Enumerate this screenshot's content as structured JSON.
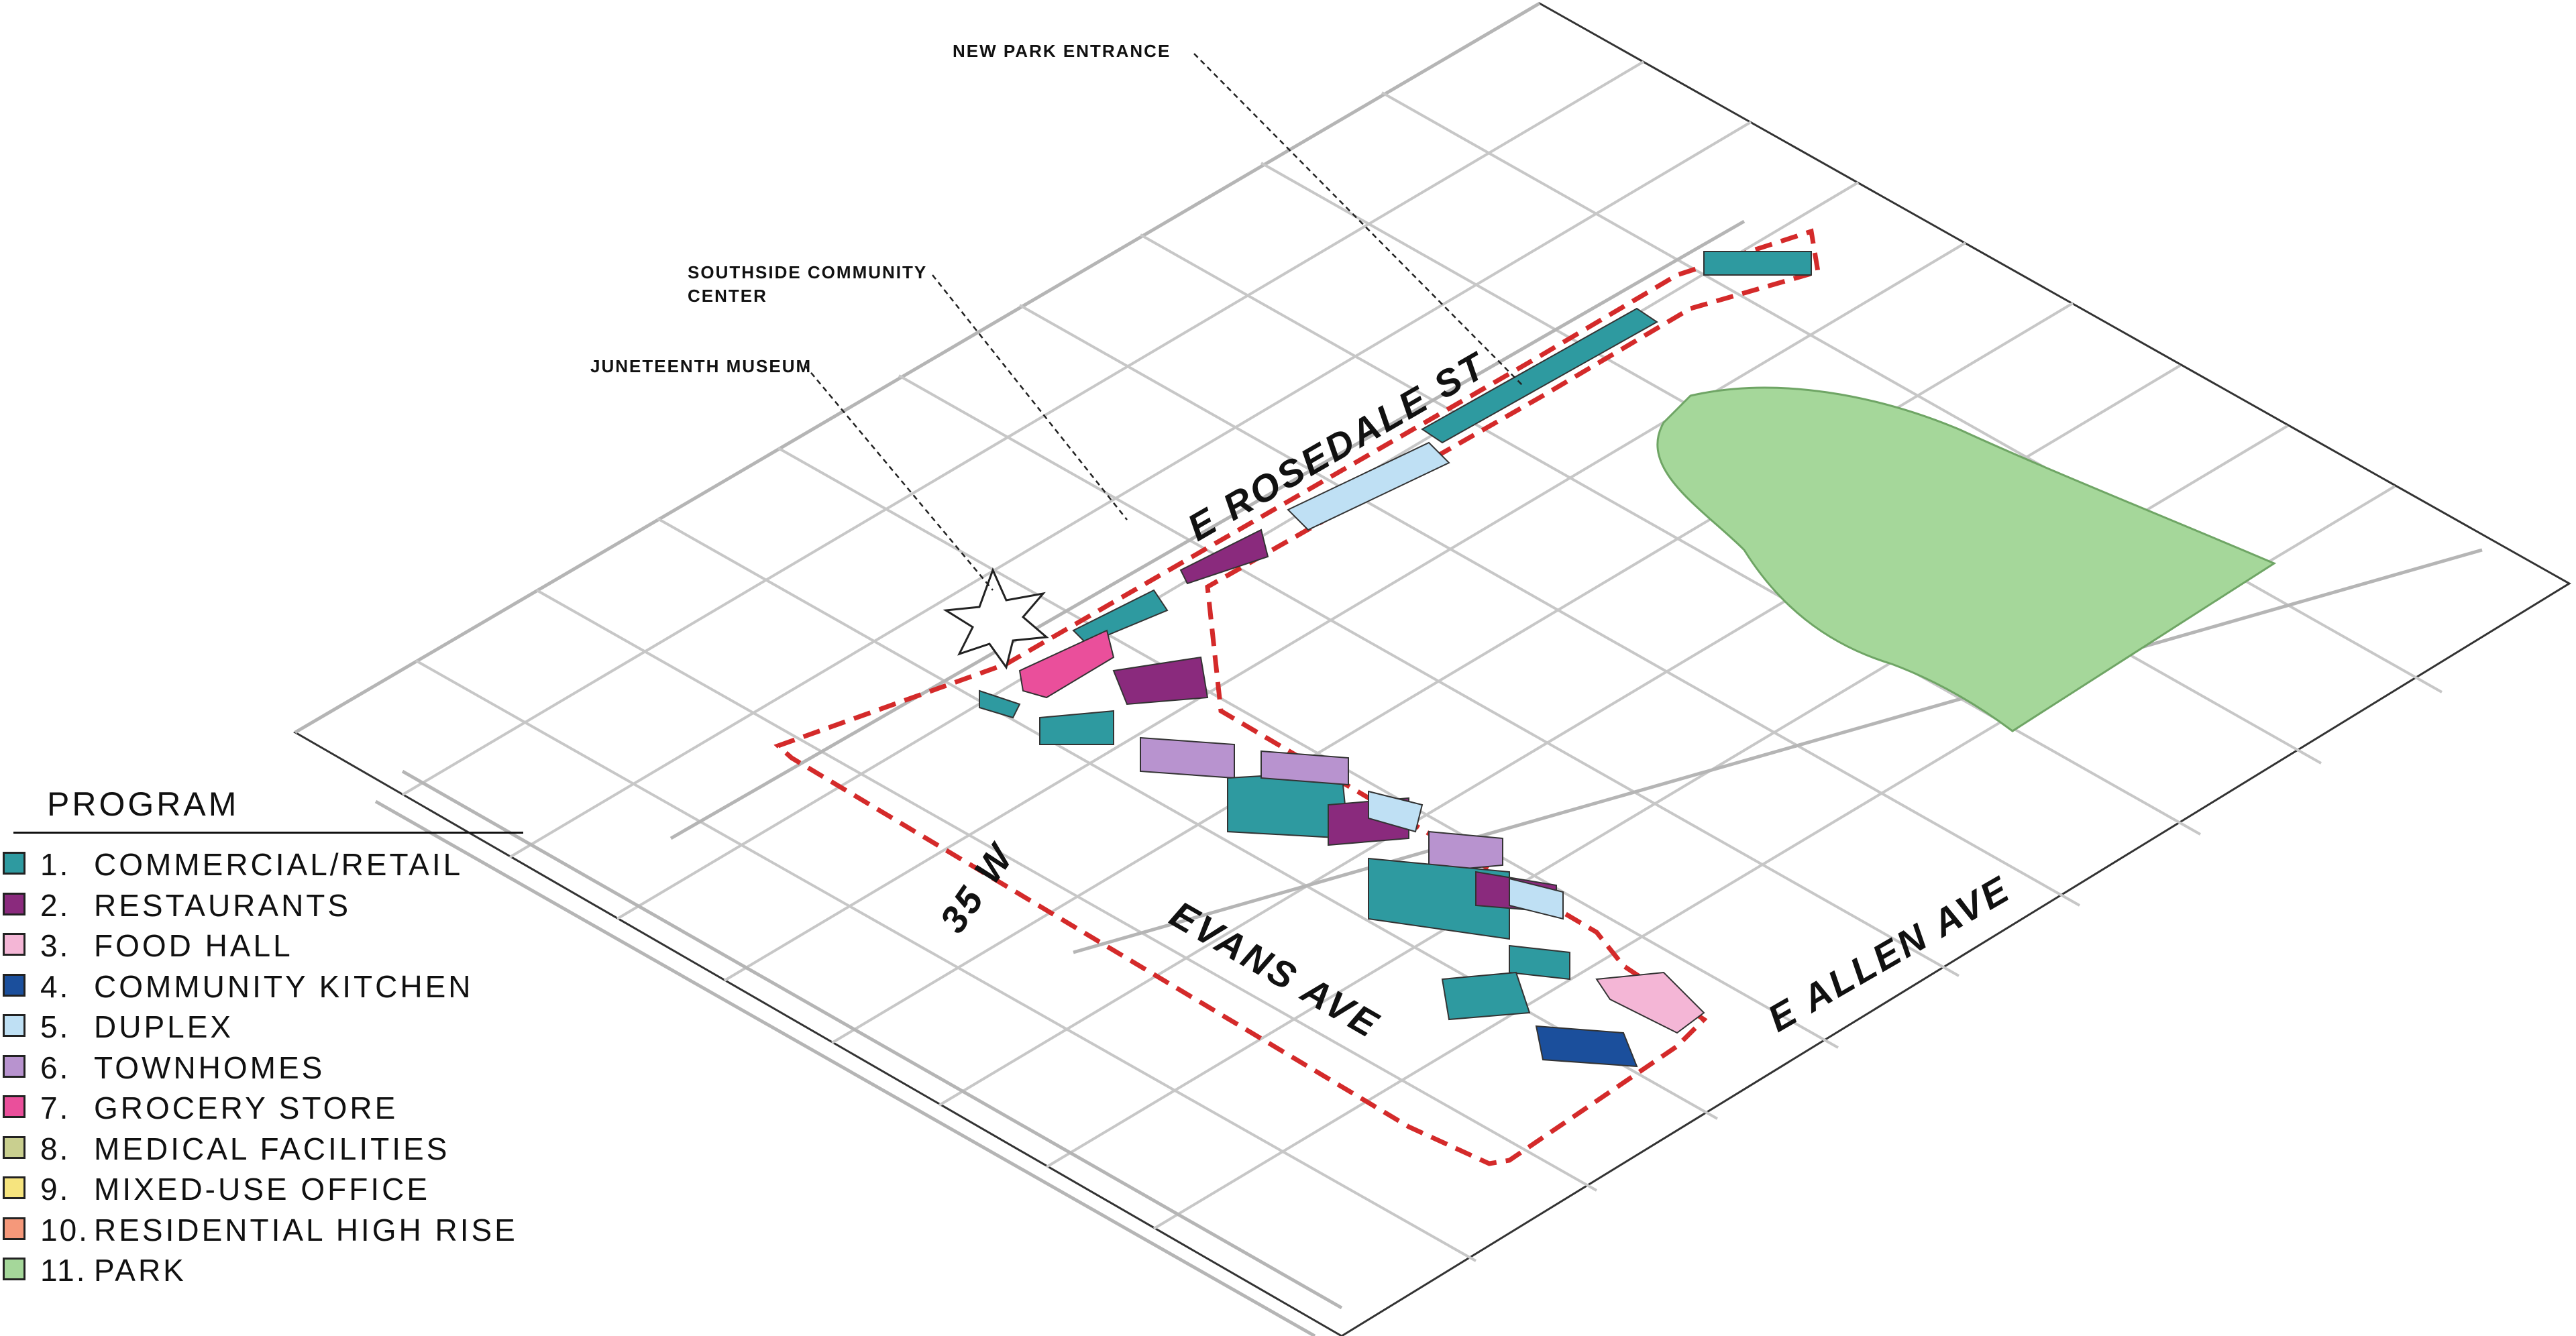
{
  "legend": {
    "title": "PROGRAM",
    "items": [
      {
        "num": "1.",
        "label": "COMMERCIAL/RETAIL",
        "color": "#2e9aa0"
      },
      {
        "num": "2.",
        "label": "RESTAURANTS",
        "color": "#8a2a7d"
      },
      {
        "num": "3.",
        "label": "FOOD HALL",
        "color": "#f4b6d6"
      },
      {
        "num": "4.",
        "label": "COMMUNITY KITCHEN",
        "color": "#1b4f9c"
      },
      {
        "num": "5.",
        "label": "DUPLEX",
        "color": "#bfe0f4"
      },
      {
        "num": "6.",
        "label": "TOWNHOMES",
        "color": "#b893cf"
      },
      {
        "num": "7.",
        "label": "GROCERY STORE",
        "color": "#ea4f9b"
      },
      {
        "num": "8.",
        "label": "MEDICAL FACILITIES",
        "color": "#c9cf8f"
      },
      {
        "num": "9.",
        "label": "MIXED-USE OFFICE",
        "color": "#f6e47e"
      },
      {
        "num": "10.",
        "label": "RESIDENTIAL HIGH RISE",
        "color": "#f5987a"
      },
      {
        "num": "11.",
        "label": "PARK",
        "color": "#a5d79a"
      }
    ]
  },
  "callouts": {
    "new_park_entrance": "NEW PARK ENTRANCE",
    "southside_line1": "SOUTHSIDE COMMUNITY",
    "southside_line2": "CENTER",
    "juneteenth": "JUNETEENTH MUSEUM"
  },
  "streets": {
    "rosedale": "E ROSEDALE ST",
    "evans": "EVANS AVE",
    "allen": "E ALLEN AVE",
    "i35": "35 W"
  },
  "colors": {
    "boundary": "#d42a2a",
    "ground": "#ffffff",
    "road": "#c7c7c7",
    "park": "#a5d79a"
  }
}
